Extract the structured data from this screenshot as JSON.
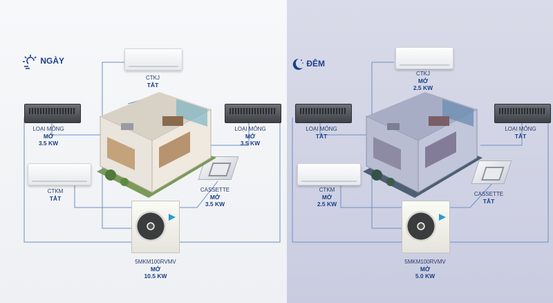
{
  "day": {
    "header": "NGÀY",
    "icon": "sun-icon",
    "units": {
      "ctkj": {
        "name": "CTKJ",
        "status": "TẮT"
      },
      "duct_left": {
        "name": "LOẠI MỎNG",
        "status": "MỞ",
        "power": "3.5 KW"
      },
      "duct_right": {
        "name": "LOẠI MỎNG",
        "status": "MỞ",
        "power": "3.5 KW"
      },
      "ctkm": {
        "name": "CTKM",
        "status": "TẮT"
      },
      "cassette": {
        "name": "CASSETTE",
        "status": "MỞ",
        "power": "3.5 KW"
      },
      "outdoor": {
        "name": "5MKM100RVMV",
        "status": "MỞ",
        "power": "10.5 KW"
      }
    }
  },
  "night": {
    "header": "ĐÊM",
    "icon": "moon-icon",
    "units": {
      "ctkj": {
        "name": "CTKJ",
        "status": "MỞ",
        "power": "2.5 KW"
      },
      "duct_left": {
        "name": "LOẠI MỎNG",
        "status": "TẮT"
      },
      "duct_right": {
        "name": "LOẠI MỎNG",
        "status": "TẮT"
      },
      "ctkm": {
        "name": "CTKM",
        "status": "MỞ",
        "power": "2.5 KW"
      },
      "cassette": {
        "name": "CASSETTE",
        "status": "TẮT"
      },
      "outdoor": {
        "name": "5MKM100RVMV",
        "status": "MỞ",
        "power": "5.0 KW"
      }
    }
  },
  "colors": {
    "line": "#6a8fc4",
    "text": "#1a3f86",
    "night_bg": "#d0d2e4"
  }
}
